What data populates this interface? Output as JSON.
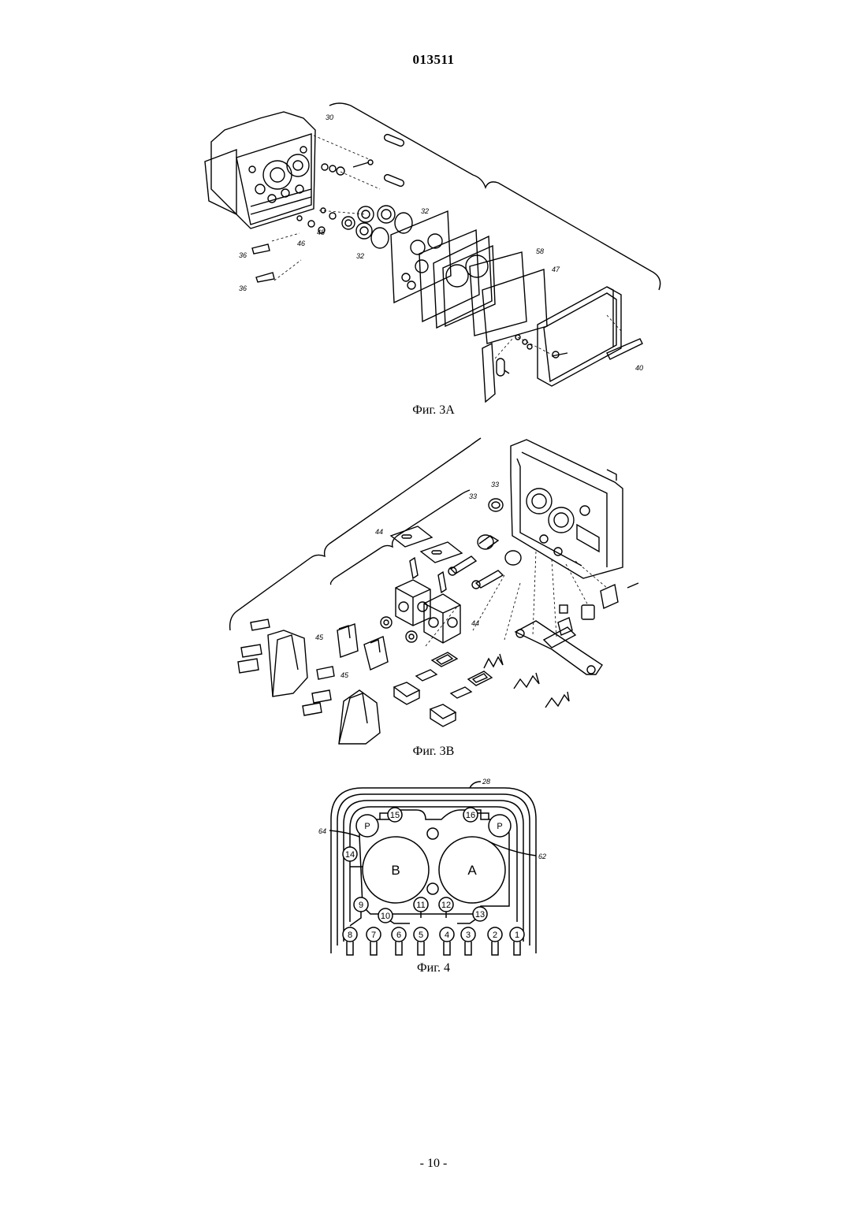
{
  "header": {
    "document_number": "013511"
  },
  "figures": [
    {
      "id": "fig3a",
      "caption": "Фиг. 3А",
      "labels": [
        "30",
        "32",
        "32",
        "36",
        "36",
        "46",
        "48",
        "58",
        "47",
        "40"
      ]
    },
    {
      "id": "fig3b",
      "caption": "Фиг. 3В",
      "labels": [
        "33",
        "33",
        "44",
        "44",
        "45",
        "45"
      ]
    },
    {
      "id": "fig4",
      "caption": "Фиг. 4",
      "labels": [
        "28",
        "64",
        "62"
      ],
      "chambers": [
        "B",
        "A"
      ],
      "pressure_ports": [
        "P",
        "P"
      ],
      "ports": [
        "15",
        "16",
        "14",
        "9",
        "10",
        "11",
        "12",
        "13",
        "8",
        "7",
        "6",
        "5",
        "4",
        "3",
        "2",
        "1"
      ]
    }
  ],
  "footer": {
    "page_number": "- 10 -"
  }
}
